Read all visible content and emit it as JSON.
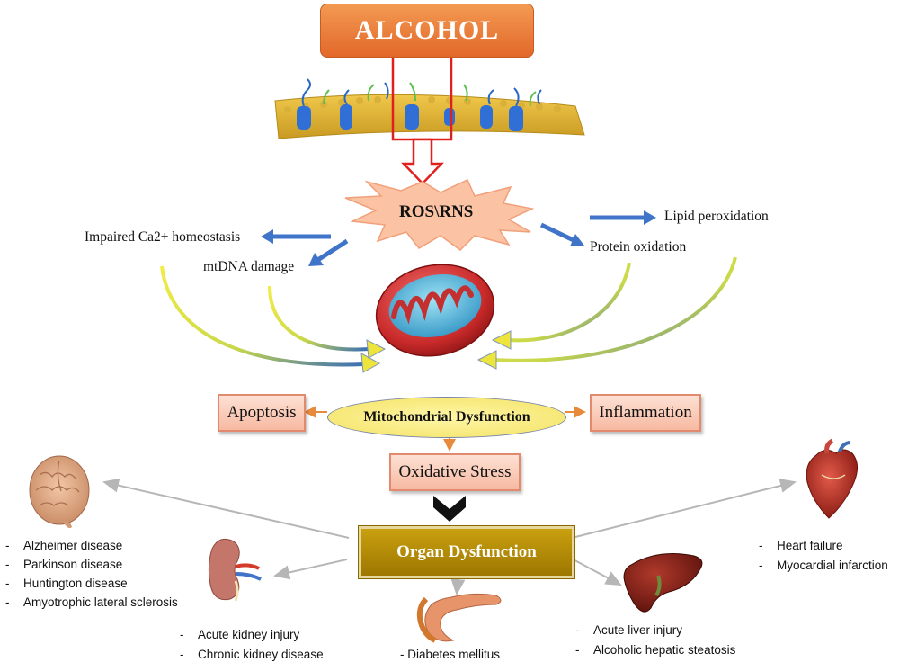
{
  "top": {
    "alcohol": "ALCOHOL",
    "ros": "ROS\\RNS"
  },
  "effects": {
    "ca": "Impaired  Ca2+ homeostasis",
    "mtdna": "mtDNA damage",
    "lipid": "Lipid peroxidation",
    "protein": "Protein oxidation"
  },
  "center": {
    "mito_dysfunction": "Mitochondrial  Dysfunction",
    "apoptosis": "Apoptosis",
    "inflammation": "Inflammation",
    "oxidative_stress": "Oxidative Stress",
    "organ_dysfunction": "Organ Dysfunction"
  },
  "diseases": {
    "brain": [
      "Alzheimer disease",
      "Parkinson disease",
      "Huntington disease",
      "Amyotrophic lateral sclerosis"
    ],
    "kidney": [
      "Acute kidney injury",
      "Chronic kidney disease"
    ],
    "pancreas": "- Diabetes mellitus",
    "liver": [
      "Acute liver injury",
      "Alcoholic hepatic steatosis"
    ],
    "heart": [
      "Heart failure",
      "Myocardial infarction"
    ]
  },
  "colors": {
    "alcohol_box": "#e8702f",
    "blue_arrow": "#3f74c8",
    "yellow_arrow": "#e8e23a",
    "orange_arrow": "#e88a3c",
    "organ_box": "#b38a08"
  }
}
